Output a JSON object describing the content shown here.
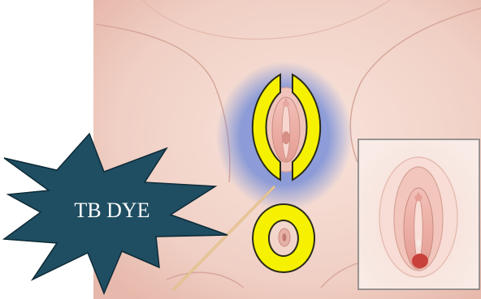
{
  "burst": {
    "label": "TB DYE",
    "fill_color": "#1f4e62",
    "text_color": "#ffffff"
  },
  "colors": {
    "highlight_ring": "#f5f100",
    "ring_outline": "#2a2a1a",
    "dye_stain": "#6a86d8",
    "skin": "#f3d6cc",
    "skin_contour": "#d7a79a",
    "tissue": "#e9a8a0",
    "applicator": "#e8c890"
  },
  "figure": {
    "main_region_name": "vulvar-region",
    "inset_name": "inset-view"
  }
}
